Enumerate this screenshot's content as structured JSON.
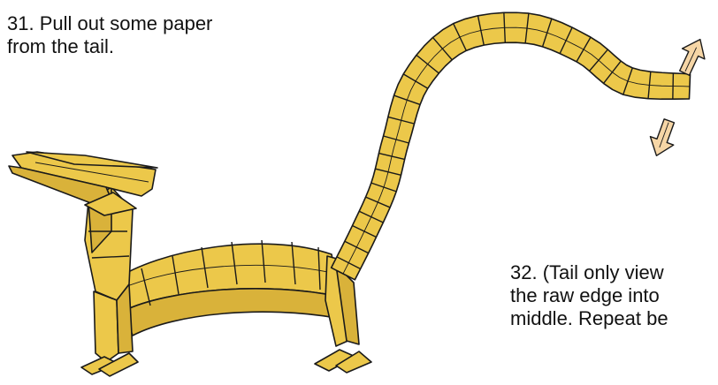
{
  "steps": {
    "step31": {
      "number": "31.",
      "line1": "Pull out some paper",
      "line2": "from the tail."
    },
    "step32": {
      "number": "32.",
      "line1": "(Tail only view",
      "line2": "the raw edge into",
      "line3": "middle. Repeat be"
    }
  },
  "colors": {
    "paper": "#ecc84a",
    "paper_shade": "#d9b23a",
    "arrow": "#f6d6a6",
    "line": "#1a1a1a"
  },
  "icons": {
    "pull_arrow_up": "pull-out-arrow",
    "pull_arrow_down": "pull-out-arrow"
  }
}
